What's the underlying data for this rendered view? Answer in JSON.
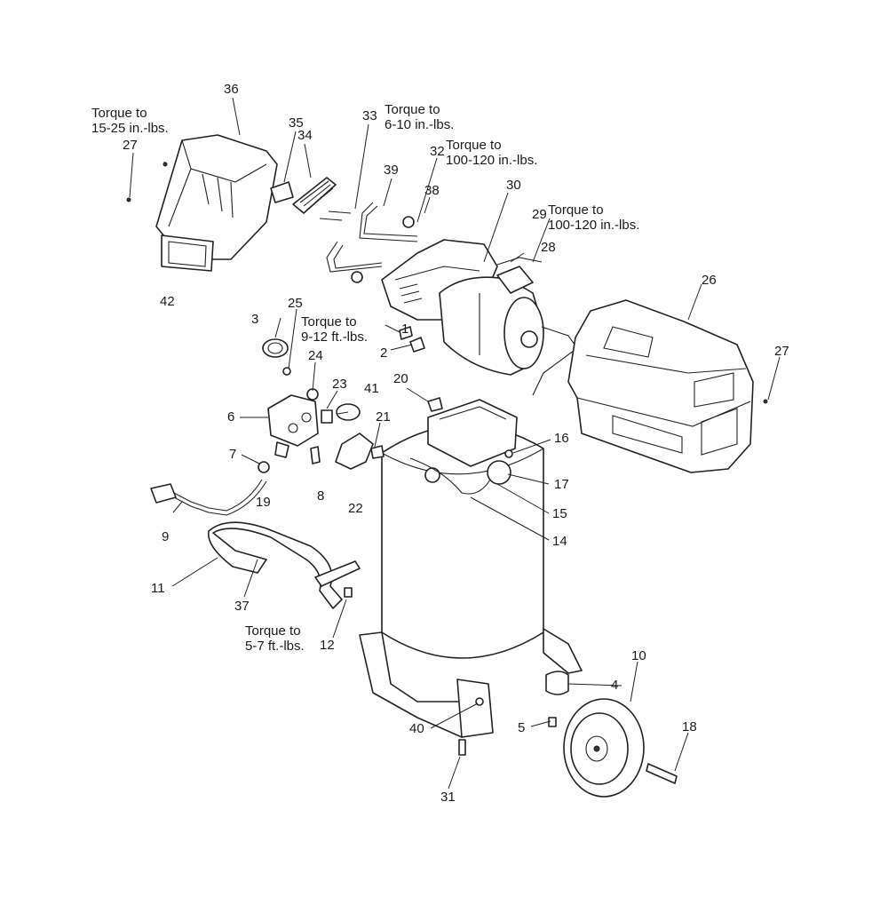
{
  "diagram": {
    "parts": [
      "1",
      "2",
      "3",
      "4",
      "5",
      "6",
      "7",
      "8",
      "9",
      "10",
      "11",
      "12",
      "14",
      "15",
      "16",
      "17",
      "18",
      "19",
      "20",
      "21",
      "22",
      "23",
      "24",
      "25",
      "26",
      "27",
      "27",
      "28",
      "29",
      "30",
      "31",
      "32",
      "33",
      "34",
      "35",
      "36",
      "37",
      "38",
      "39",
      "40",
      "41",
      "42"
    ],
    "torque_notes": [
      [
        "Torque to",
        "15-25 in.-lbs."
      ],
      [
        "Torque to",
        "6-10 in.-lbs."
      ],
      [
        "Torque to",
        "100-120 in.-lbs."
      ],
      [
        "Torque to",
        "100-120 in.-lbs."
      ],
      [
        "Torque to",
        "9-12 ft.-lbs."
      ],
      [
        "Torque to",
        "5-7 ft.-lbs."
      ]
    ]
  }
}
